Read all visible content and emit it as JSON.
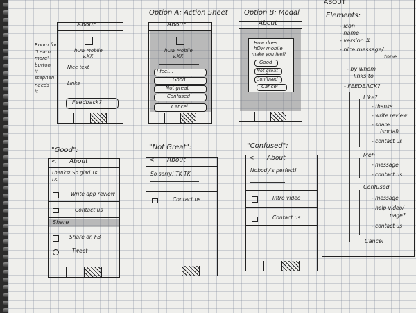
{
  "headings": {
    "option_a": "Option A: Action Sheet",
    "option_b": "Option B: Modal",
    "good": "\"Good\":",
    "not_great": "\"Not Great\":",
    "confused": "\"Confused\":",
    "about_panel": "ABOUT"
  },
  "screens": {
    "main": {
      "title": "About",
      "app_name": "hOw Mobile",
      "version": "v.XX",
      "nice_text": "Nice text",
      "links": "Links",
      "feedback_button": "Feedback?"
    },
    "action_sheet": {
      "title": "About",
      "app_name": "hOw Mobile",
      "version": "v.XX",
      "sheet_header": "I feel...",
      "options": [
        "Good",
        "Not great",
        "Confused"
      ],
      "cancel": "Cancel"
    },
    "modal": {
      "title": "About",
      "prompt_line1": "How does",
      "prompt_line2": "hOw mobile",
      "prompt_line3": "make you feel?",
      "options": [
        "Good",
        "Not great",
        "Confused"
      ],
      "cancel": "Cancel"
    },
    "good": {
      "back": "<",
      "title": "About",
      "message": "Thanks! So glad TK",
      "message2": "TK",
      "write_review": "Write app review",
      "contact": "Contact us",
      "share": "Share",
      "share_fb": "Share on FB",
      "tweet": "Tweet"
    },
    "not_great": {
      "back": "<",
      "title": "About",
      "message": "So sorry! TK TK",
      "contact": "Contact us"
    },
    "confused": {
      "back": "<",
      "title": "About",
      "message": "Nobody's perfect!",
      "intro_video": "Intro video",
      "contact": "Contact us"
    }
  },
  "margin_note": [
    "Room for",
    "\"Learn",
    "more\"",
    "button",
    "if",
    "stephen",
    "needs",
    "it"
  ],
  "elements_list": {
    "title": "Elements:",
    "items": [
      "- icon",
      "- name",
      "- version #",
      "- nice message/",
      "tone",
      "- by whom",
      "links to",
      "- FEEDBACK?",
      "Like?",
      "- thanks",
      "- write review",
      "- share",
      "(social)",
      "- contact us",
      "Meh",
      "- message",
      "- contact us",
      "Confused",
      "- message",
      "- help video/",
      "page?",
      "- contact us",
      "Cancel"
    ]
  }
}
